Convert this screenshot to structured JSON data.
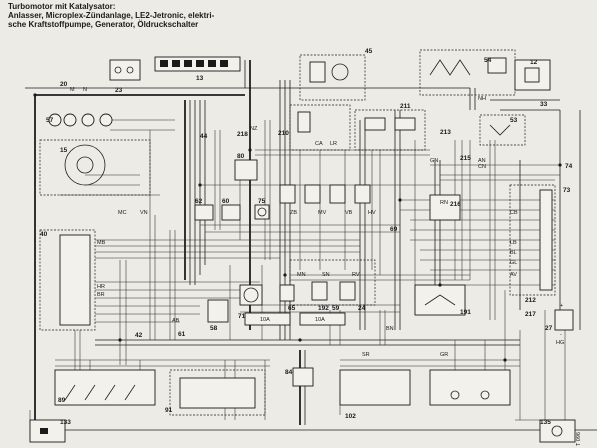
{
  "title": {
    "line1": "Turbomotor mit Katalysator:",
    "line2": "Anlasser,  Microplex-Zündanlage,  LE2-Jetronic,  elektri-",
    "line3": "sche Kraftstoffpumpe, Generator, Öldruckschalter"
  },
  "component_numbers": {
    "n13": "13",
    "n20": "20",
    "n23": "23",
    "n33": "33",
    "n44": "44",
    "n45": "45",
    "n53": "53",
    "n54": "54",
    "n57": "57",
    "n74": "74",
    "n73": "73",
    "n210": "210",
    "n211": "211",
    "n213": "213",
    "n215": "215",
    "n216": "216",
    "n218": "218",
    "n80": "80",
    "n40": "40",
    "n42": "42",
    "n61": "61",
    "n58": "58",
    "n65": "65",
    "n59": "59",
    "n24": "24",
    "n191": "191",
    "n212": "212",
    "n217": "217",
    "n27": "27",
    "n71": "71",
    "n192": "192",
    "n84": "84",
    "n89": "89",
    "n91": "91",
    "n102": "102",
    "n133": "133",
    "n135": "135",
    "n62": "62",
    "n60": "60",
    "n75": "75",
    "n69": "69",
    "n15": "15",
    "n12": "12"
  },
  "fuses": {
    "f1": "10A",
    "f2": "10A"
  },
  "wire_codes": {
    "w1": "NZ",
    "w2": "NH",
    "w3": "GN",
    "w4": "AN",
    "w5": "CN",
    "w6": "MB",
    "w7": "BR",
    "w8": "HR",
    "w9": "AB",
    "w10": "RN",
    "w11": "CB",
    "w12": "MN",
    "w13": "SN",
    "w14": "RV",
    "w15": "VB",
    "w16": "ZB",
    "w17": "HV",
    "w18": "MV",
    "w19": "HG",
    "w20": "LB",
    "w21": "BL",
    "w22": "GL",
    "w23": "VN",
    "w24": "MC",
    "w25": "CA",
    "w26": "LR",
    "w27": "BN",
    "w28": "AV",
    "w29": "SR",
    "w30": "GR"
  },
  "pins": {
    "m": "M",
    "n": "N",
    "plus": "+",
    "minus": "-"
  },
  "footer": {
    "sheet_ref": "T 096"
  }
}
